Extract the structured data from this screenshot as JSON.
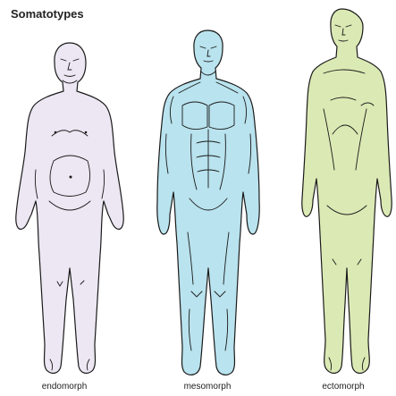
{
  "title": "Somatotypes",
  "colors": {
    "endomorph": "#ece7f3",
    "mesomorph": "#b9e3ee",
    "ectomorph": "#dbe9b4",
    "outline": "#1a1a1a"
  },
  "figures": [
    {
      "key": "endomorph",
      "label": "endomorph"
    },
    {
      "key": "mesomorph",
      "label": "mesomorph"
    },
    {
      "key": "ectomorph",
      "label": "ectomorph"
    }
  ]
}
